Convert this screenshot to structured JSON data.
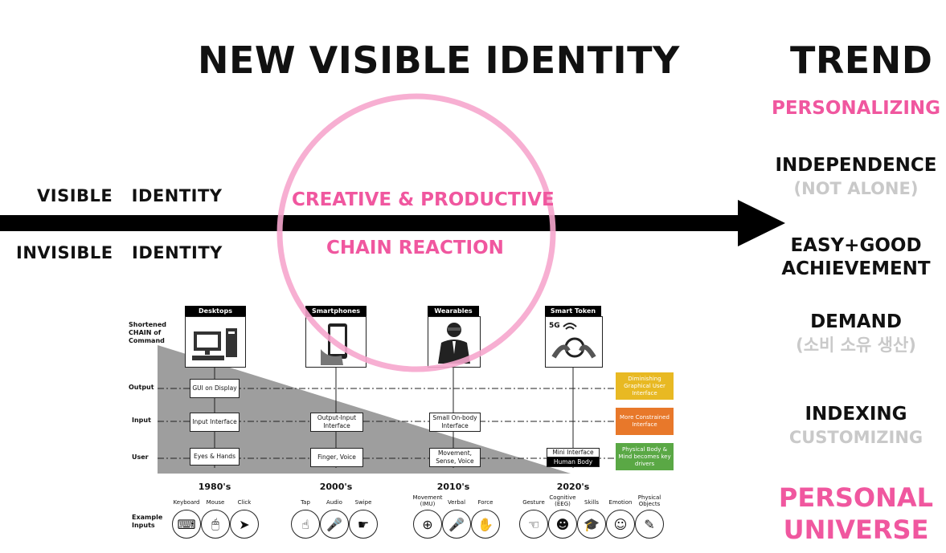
{
  "title": "NEW VISIBLE IDENTITY",
  "trend": {
    "heading": "TREND",
    "items": [
      {
        "main": "PERSONALIZING"
      },
      {
        "main": "INDEPENDENCE",
        "sub": "(NOT ALONE)"
      },
      {
        "main_l1": "EASY+GOOD",
        "main_l2": "ACHIEVEMENT"
      },
      {
        "main": "DEMAND",
        "sub": "(소비 소유 생산)"
      },
      {
        "main": "INDEXING",
        "sub": "CUSTOMIZING"
      },
      {
        "main_l1": "PERSONAL",
        "main_l2": "UNIVERSE"
      }
    ]
  },
  "arrow_labels": {
    "visible": "VISIBLE   IDENTITY",
    "invisible": "INVISIBLE   IDENTITY",
    "creative": "CREATIVE & PRODUCTIVE",
    "chain": "CHAIN REACTION"
  },
  "colors": {
    "pink": "#f0579f",
    "grey": "#c9c9c9",
    "yellow": "#e8b923",
    "orange": "#e8782a",
    "green": "#5aa845"
  },
  "figure": {
    "shortened_chain": "Shortened CHAIN of Command",
    "rows": {
      "output": "Output",
      "input": "Input",
      "user": "User"
    },
    "columns": [
      {
        "header": "Desktops",
        "era": "1980's",
        "icon": "desktop-computer-icon"
      },
      {
        "header": "Smartphones",
        "era": "2000's",
        "icon": "smartphone-icon"
      },
      {
        "header": "Wearables",
        "era": "2010's",
        "icon": "person-wearable-icon"
      },
      {
        "header": "Smart Token",
        "era": "2020's",
        "icon": "smart-token-icon",
        "badge": "5G"
      }
    ],
    "boxes": {
      "gui": "GUI on Display",
      "input_interface": "Input Interface",
      "eyes_hands": "Eyes & Hands",
      "output_input": "Output-Input Interface",
      "finger_voice": "Finger, Voice",
      "small_onbody": "Small On-body Interface",
      "movement_sense": "Movement, Sense, Voice",
      "mini_interface": "Mini Interface",
      "human_body": "Human Body"
    },
    "notes": {
      "output": "Diminishing Graphical User Interface",
      "input": "More Constrained Interface",
      "user": "Physical Body & Mind becomes key drivers"
    },
    "example_inputs": "Example Inputs",
    "inputs": [
      {
        "label": "Keyboard",
        "icon": "keyboard-icon",
        "glyph": "⌨"
      },
      {
        "label": "Mouse",
        "icon": "mouse-icon",
        "glyph": "🖱"
      },
      {
        "label": "Click",
        "icon": "cursor-icon",
        "glyph": "➤"
      },
      {
        "label": "Tap",
        "icon": "tap-icon",
        "glyph": "☝"
      },
      {
        "label": "Audio",
        "icon": "microphone-icon",
        "glyph": "🎤"
      },
      {
        "label": "Swipe",
        "icon": "swipe-icon",
        "glyph": "☛"
      },
      {
        "label": "Movement (IMU)",
        "icon": "movement-icon",
        "glyph": "⊕"
      },
      {
        "label": "Verbal",
        "icon": "microphone-icon",
        "glyph": "🎤"
      },
      {
        "label": "Force",
        "icon": "force-icon",
        "glyph": "✋"
      },
      {
        "label": "Gesture",
        "icon": "gesture-icon",
        "glyph": "☜"
      },
      {
        "label": "Cognitive (EEG)",
        "icon": "brain-icon",
        "glyph": "☻"
      },
      {
        "label": "Skills",
        "icon": "graduation-cap-icon",
        "glyph": "🎓"
      },
      {
        "label": "Emotion",
        "icon": "emotion-head-icon",
        "glyph": "☺"
      },
      {
        "label": "Physical Objects",
        "icon": "pencil-icon",
        "glyph": "✎"
      }
    ]
  }
}
